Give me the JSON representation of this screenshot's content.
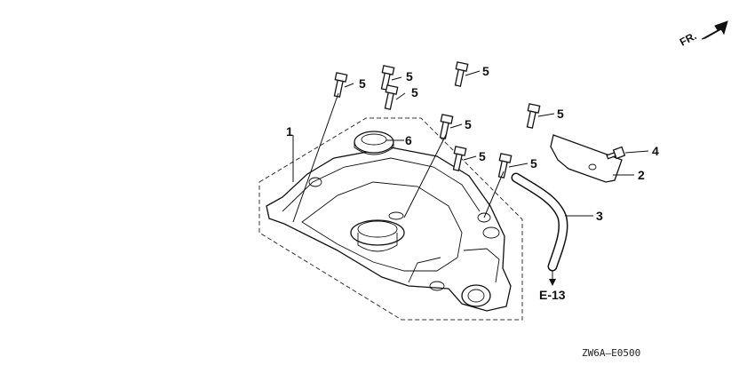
{
  "diagram": {
    "direction_label": "FR.",
    "reference_label": "E-13",
    "drawing_code": "ZW6A–E0500",
    "callouts": {
      "cover": "1",
      "gasket_plate": "2",
      "tube": "3",
      "screw": "4",
      "bolt": "5",
      "oil_seal": "6"
    }
  }
}
